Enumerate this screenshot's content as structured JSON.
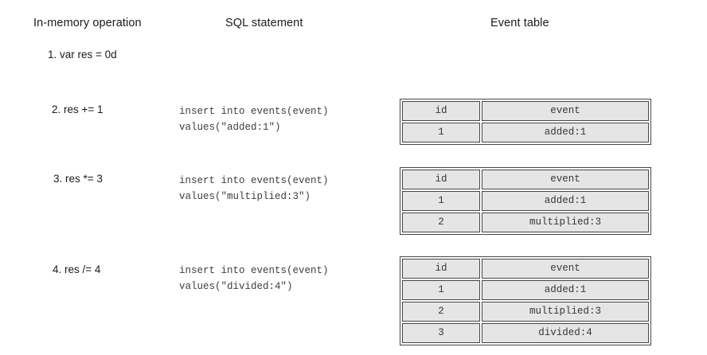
{
  "columns": {
    "in_memory": "In-memory operation",
    "sql": "SQL statement",
    "event_table": "Event table"
  },
  "steps": [
    {
      "operation": "1. var res = 0d",
      "sql_lines": [],
      "table": null
    },
    {
      "operation": "2. res += 1",
      "sql_lines": [
        "insert into events(event)",
        "values(\"added:1\")"
      ],
      "table": {
        "headers": [
          "id",
          "event"
        ],
        "rows": [
          [
            "1",
            "added:1"
          ]
        ]
      }
    },
    {
      "operation": "3. res *= 3",
      "sql_lines": [
        "insert into events(event)",
        "values(\"multiplied:3\")"
      ],
      "table": {
        "headers": [
          "id",
          "event"
        ],
        "rows": [
          [
            "1",
            "added:1"
          ],
          [
            "2",
            "multiplied:3"
          ]
        ]
      }
    },
    {
      "operation": "4. res /= 4",
      "sql_lines": [
        "insert into events(event)",
        "values(\"divided:4\")"
      ],
      "table": {
        "headers": [
          "id",
          "event"
        ],
        "rows": [
          [
            "1",
            "added:1"
          ],
          [
            "2",
            "multiplied:3"
          ],
          [
            "3",
            "divided:4"
          ]
        ]
      }
    }
  ],
  "colors": {
    "cell_background": "#e5e5e5",
    "table_border": "#474747",
    "heading_text": "#1b1b1b",
    "code_text": "#3e3e3e"
  }
}
